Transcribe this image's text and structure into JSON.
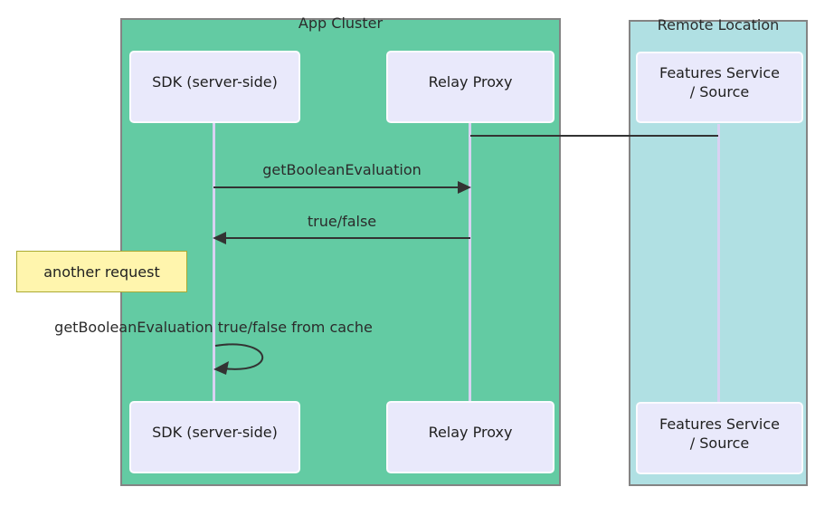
{
  "diagram": {
    "kind": "sequence-diagram",
    "containers": {
      "app_cluster": {
        "title": "App Cluster",
        "bg_color": "#63CBA3"
      },
      "remote_location": {
        "title": "Remote Location",
        "bg_color": "#B0E0E3"
      }
    },
    "actors": [
      {
        "id": "sdk",
        "label": "SDK (server-side)",
        "container": "App Cluster"
      },
      {
        "id": "relay-proxy",
        "label": "Relay Proxy",
        "container": "App Cluster"
      },
      {
        "id": "features-service",
        "label": "Features Service / Source",
        "line1": "Features Service",
        "line2": "/ Source",
        "container": "Remote Location"
      }
    ],
    "messages": [
      {
        "from": "relay-proxy",
        "to": "features-service",
        "label": "",
        "style": "solid-line-no-arrow"
      },
      {
        "from": "sdk",
        "to": "relay-proxy",
        "label": "getBooleanEvaluation",
        "style": "solid-arrow-right"
      },
      {
        "from": "relay-proxy",
        "to": "sdk",
        "label": "true/false",
        "style": "solid-arrow-left"
      },
      {
        "from": "sdk",
        "to": "sdk",
        "label": "getBooleanEvaluation true/false from cache",
        "style": "self-loop-arrow"
      }
    ],
    "note": {
      "label": "another request",
      "bg_color": "#FFF5AD",
      "border_color": "#AAAA33"
    },
    "colors": {
      "actor_box_fill": "#E9E9FB",
      "actor_box_border": "#FBFBFF",
      "lifeline": "#D9D2F2",
      "arrow": "#333333",
      "container_border": "#848484"
    }
  }
}
